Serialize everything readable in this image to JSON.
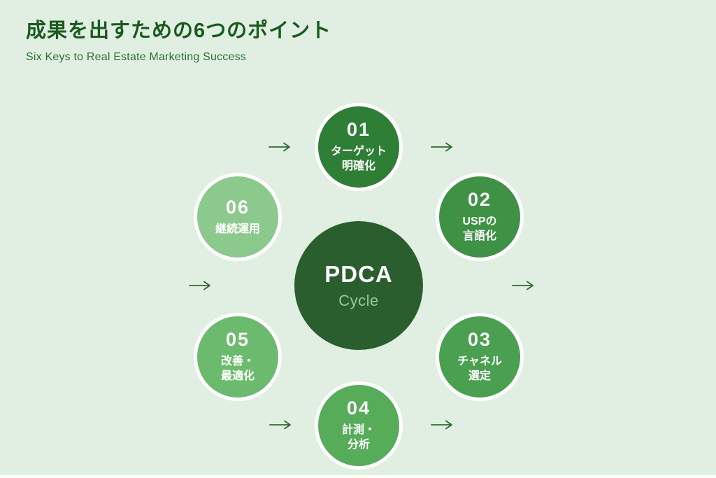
{
  "header": {
    "title": "成果を出すための6つのポイント",
    "subtitle": "Six Keys to Real Estate Marketing Success"
  },
  "center": {
    "title": "PDCA",
    "subtitle": "Cycle",
    "color": "#2b5e2e",
    "subtitle_color": "#90ce92"
  },
  "steps": [
    {
      "number": "01",
      "label": "ターゲット明確化",
      "label_lines": [
        "ターゲット",
        "明確化"
      ],
      "color": "#2f7e35"
    },
    {
      "number": "02",
      "label": "USPの言語化",
      "label_lines": [
        "USPの",
        "言語化"
      ],
      "color": "#3f9146"
    },
    {
      "number": "03",
      "label": "チャネル選定",
      "label_lines": [
        "チャネル",
        "選定"
      ],
      "color": "#4aa050"
    },
    {
      "number": "04",
      "label": "計測・分析",
      "label_lines": [
        "計測・",
        "分析"
      ],
      "color": "#56ac59"
    },
    {
      "number": "05",
      "label": "改善・最適化",
      "label_lines": [
        "改善・",
        "最適化"
      ],
      "color": "#6cba6e"
    },
    {
      "number": "06",
      "label": "継続運用",
      "label_lines": [
        "継続運用"
      ],
      "color": "#8cc98c"
    }
  ],
  "arrows": {
    "glyph": "→",
    "color": "#2c6b2f"
  },
  "colors": {
    "background": "#e1efe2",
    "title_text": "#1b591f",
    "subtitle_text": "#2d6f31"
  }
}
